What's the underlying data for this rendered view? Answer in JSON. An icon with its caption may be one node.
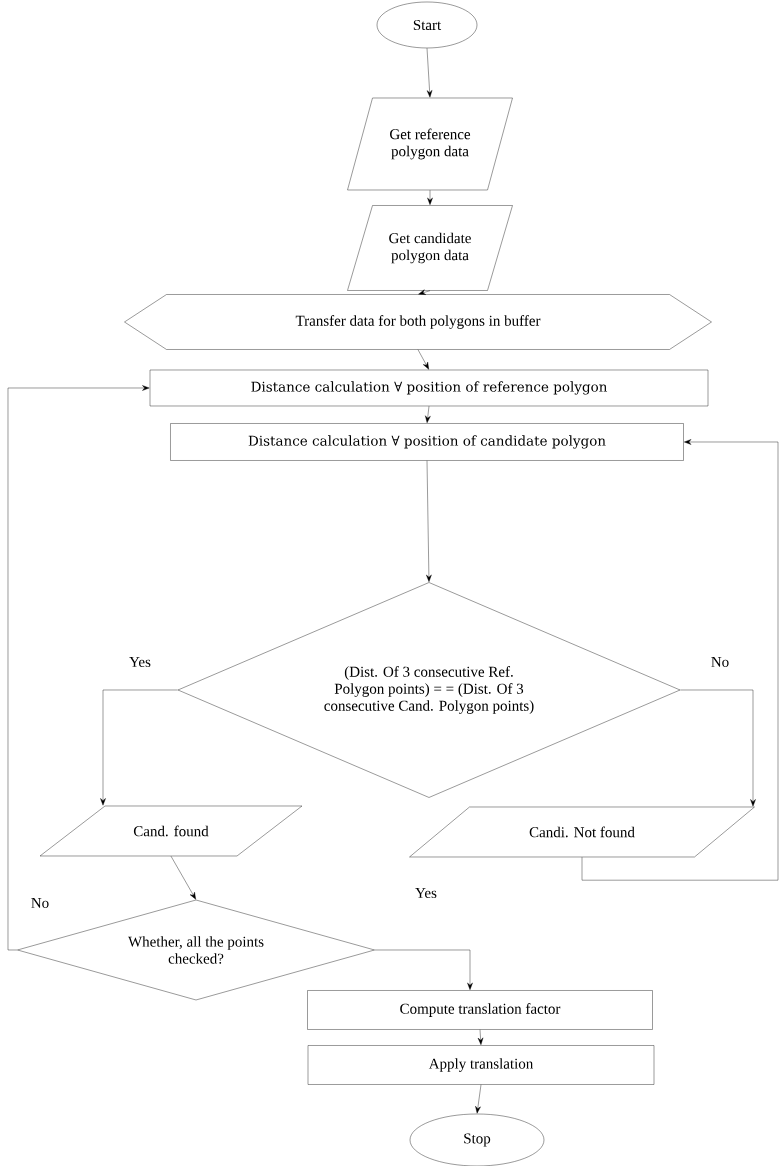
{
  "diagram": {
    "nodes": [
      {
        "text": [
          "Start"
        ]
      },
      {
        "text": [
          "Get reference polygon data"
        ]
      },
      {
        "text": [
          "Get candidate polygon data"
        ]
      },
      {
        "text": [
          "Transfer data for both polygons in buffer"
        ]
      },
      {
        "text": [
          "Distance calculation ∀ position of reference polygon"
        ]
      },
      {
        "text": [
          "Distance calculation ∀ position of candidate polygon"
        ]
      },
      {
        "text": [
          "(Dist. Of 3 consecutive Ref. Polygon points) = = (Dist. Of 3 consecutive Cand. Polygon points)"
        ]
      },
      {
        "text": [
          "Cand. found"
        ]
      },
      {
        "text": [
          "Candi. Not found"
        ]
      },
      {
        "text": [
          "Whether, all the points checked?"
        ]
      },
      {
        "text": [
          "Compute translation factor"
        ]
      },
      {
        "text": [
          "Apply translation"
        ]
      },
      {
        "text": [
          "Stop"
        ]
      }
    ],
    "edges": [
      {
        "from": 0,
        "to": 1,
        "arrow": "to"
      },
      {
        "from": 1,
        "to": 2,
        "arrow": "to"
      },
      {
        "from": 2,
        "to": 3,
        "arrow": "to"
      },
      {
        "from": 3,
        "to": 4,
        "arrow": "to"
      },
      {
        "from": 4,
        "to": 5,
        "arrow": "to"
      },
      {
        "from": 5,
        "to": 6,
        "arrow": "to"
      },
      {
        "from": 6,
        "to": 7,
        "arrow": "to",
        "label": "Yes"
      },
      {
        "from": 6,
        "to": 8,
        "arrow": "to",
        "label": "No"
      },
      {
        "from": 8,
        "to": 5,
        "arrow": "to"
      },
      {
        "from": 7,
        "to": 9,
        "arrow": "to"
      },
      {
        "from": 9,
        "to": 4,
        "arrow": "to",
        "label": "No"
      },
      {
        "from": 9,
        "to": 10,
        "arrow": "to",
        "label": "Yes"
      },
      {
        "from": 10,
        "to": 11,
        "arrow": "to"
      },
      {
        "from": 11,
        "to": 12,
        "arrow": "to"
      }
    ]
  }
}
